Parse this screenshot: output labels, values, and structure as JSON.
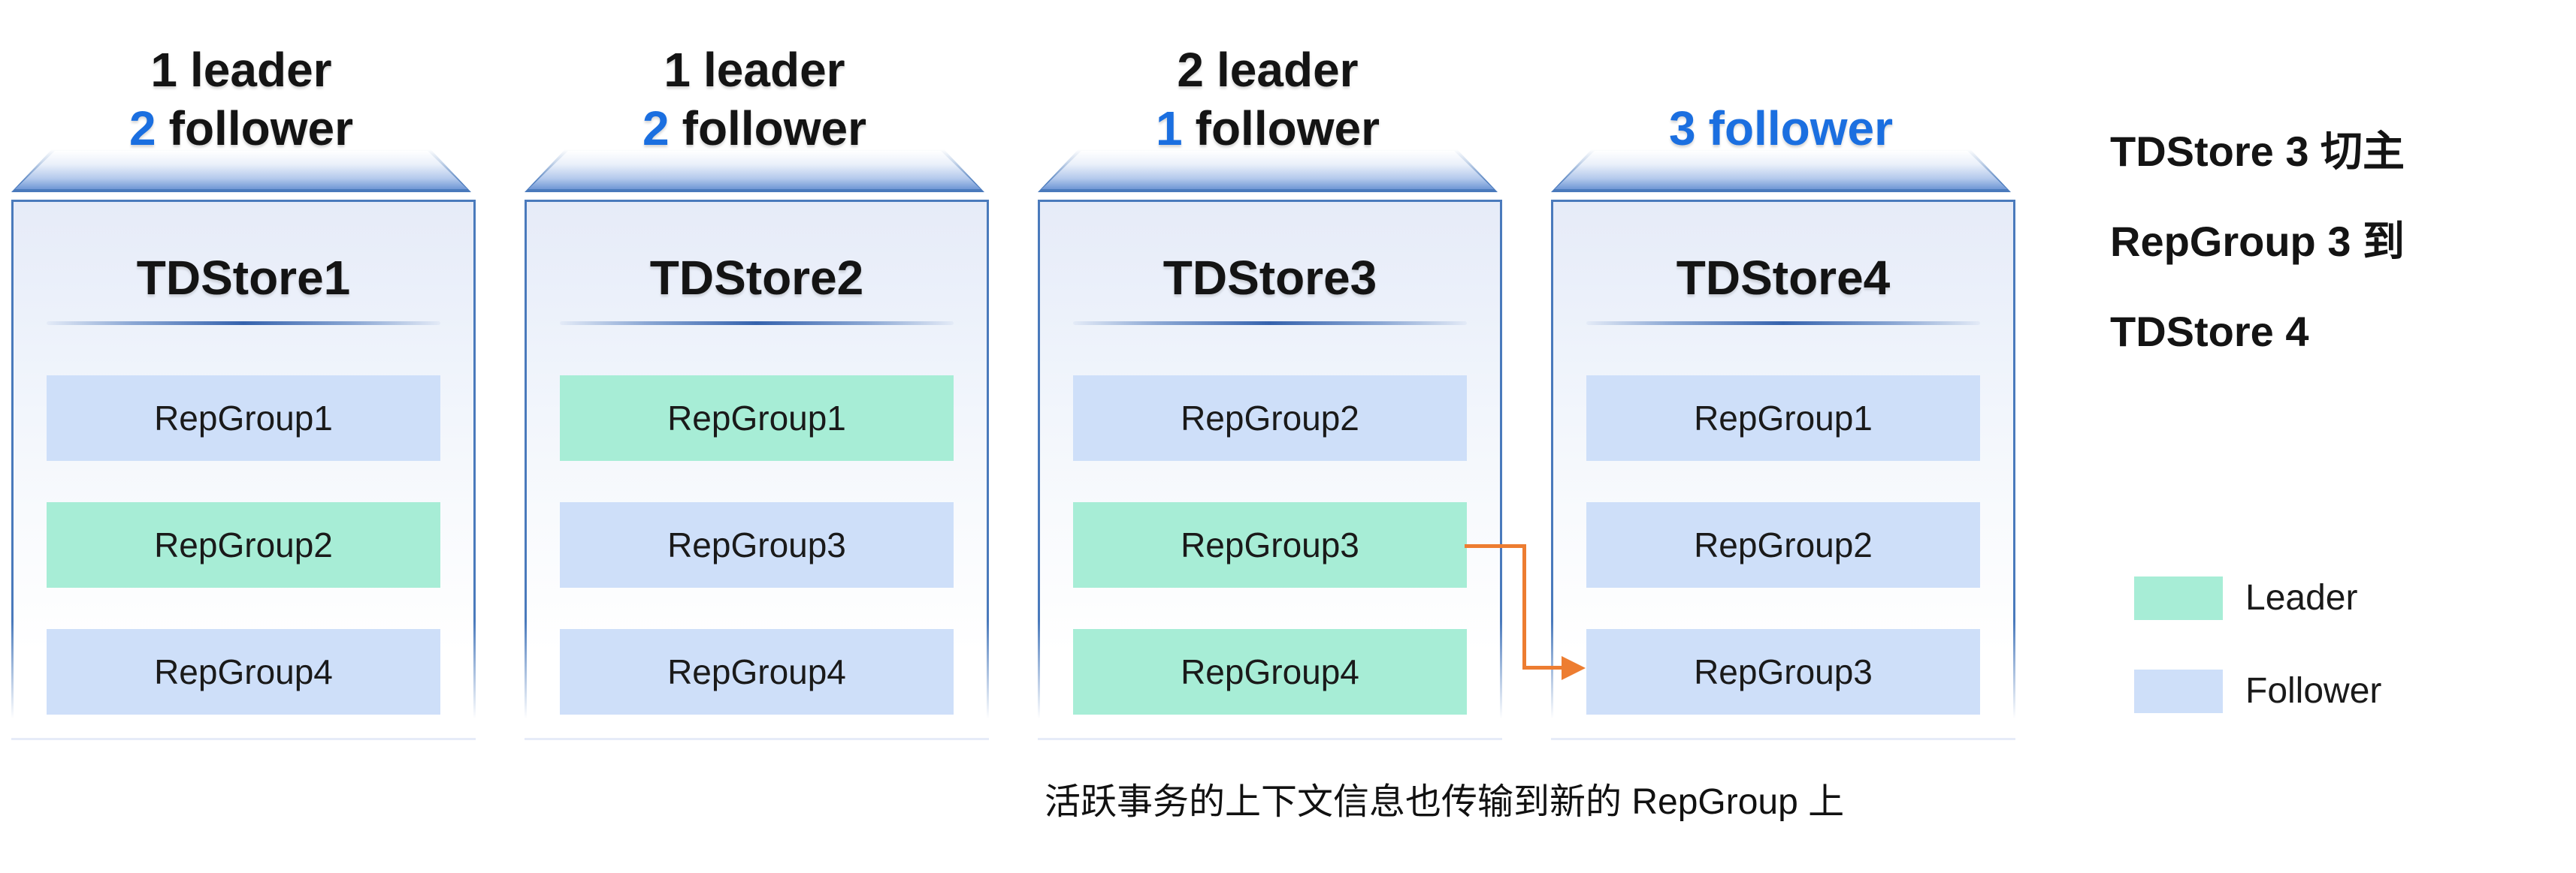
{
  "stores": [
    {
      "name": "TDStore1",
      "header_lines": [
        {
          "num": "1",
          "word": "leader"
        },
        {
          "num": "2",
          "word": "follower",
          "num_accent": true
        }
      ],
      "rep_groups": [
        {
          "label": "RepGroup1",
          "role": "follower"
        },
        {
          "label": "RepGroup2",
          "role": "leader"
        },
        {
          "label": "RepGroup4",
          "role": "follower"
        }
      ]
    },
    {
      "name": "TDStore2",
      "header_lines": [
        {
          "num": "1",
          "word": "leader"
        },
        {
          "num": "2",
          "word": "follower",
          "num_accent": true
        }
      ],
      "rep_groups": [
        {
          "label": "RepGroup1",
          "role": "leader"
        },
        {
          "label": "RepGroup3",
          "role": "follower"
        },
        {
          "label": "RepGroup4",
          "role": "follower"
        }
      ]
    },
    {
      "name": "TDStore3",
      "header_lines": [
        {
          "num": "2",
          "word": "leader"
        },
        {
          "num": "1",
          "word": "follower",
          "num_accent": true
        }
      ],
      "rep_groups": [
        {
          "label": "RepGroup2",
          "role": "follower"
        },
        {
          "label": "RepGroup3",
          "role": "leader"
        },
        {
          "label": "RepGroup4",
          "role": "leader"
        }
      ]
    },
    {
      "name": "TDStore4",
      "header_lines": [
        {
          "num": "3",
          "word": "follower",
          "num_accent": true,
          "word_accent": true
        }
      ],
      "rep_groups": [
        {
          "label": "RepGroup1",
          "role": "follower"
        },
        {
          "label": "RepGroup2",
          "role": "follower"
        },
        {
          "label": "RepGroup3",
          "role": "follower"
        }
      ]
    }
  ],
  "annotation": {
    "lines": [
      "TDStore 3 切主",
      "RepGroup 3 到",
      "TDStore 4"
    ]
  },
  "legend": {
    "items": [
      {
        "label": "Leader",
        "role": "leader"
      },
      {
        "label": "Follower",
        "role": "follower"
      }
    ]
  },
  "caption": "活跃事务的上下文信息也传输到新的 RepGroup 上",
  "colors": {
    "leader_fill": "#a7edd6",
    "follower_fill": "#cedff9",
    "accent_text": "#1b6fe0",
    "box_border": "#4a7abc",
    "arrow": "#ed7d31"
  }
}
